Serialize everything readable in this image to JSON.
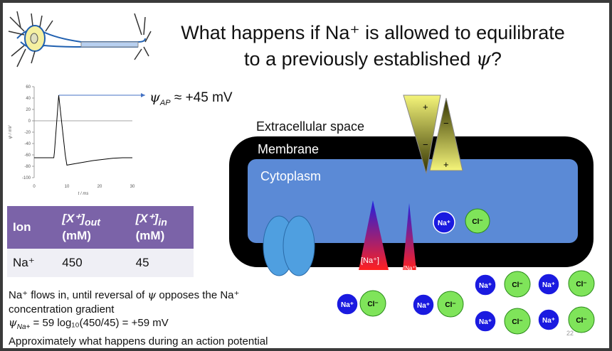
{
  "slide": {
    "title_line1": "What happens if Na⁺ is allowed to equilibrate",
    "title_line2_prefix": "to a previously established ",
    "title_line2_symbol": "ψ",
    "title_line2_suffix": "?",
    "slide_number": "22"
  },
  "annotation": {
    "symbol": "ψ",
    "subscript": "AP",
    "text": " ≈ +45 mV"
  },
  "chart_data": {
    "type": "line",
    "xlabel": "t / ms",
    "ylabel": "ψ / mV",
    "xlim": [
      0,
      30
    ],
    "ylim": [
      -100,
      60
    ],
    "xticks": [
      "0",
      "10",
      "20",
      "30"
    ],
    "yticks": [
      "60",
      "40",
      "20",
      "0",
      "-20",
      "-40",
      "-60",
      "-80",
      "-100"
    ],
    "ytick_values": [
      60,
      40,
      20,
      0,
      -20,
      -40,
      -60,
      -80,
      -100
    ],
    "xtick_values": [
      0,
      10,
      20,
      30
    ],
    "series": [
      {
        "x": [
          0,
          6,
          6.2,
          7.5,
          9.5,
          10,
          12,
          15,
          18,
          21,
          24,
          27,
          30
        ],
        "y": [
          -65,
          -65,
          -55,
          45,
          -60,
          -78,
          -76,
          -73,
          -70,
          -68,
          -66,
          -65,
          -65
        ]
      }
    ],
    "peak_arrow_y": 45,
    "grid": false
  },
  "diagram": {
    "extracellular_label": "Extracellular space",
    "membrane_label": "Membrane",
    "cytoplasm_label": "Cytoplasm",
    "plus": "+",
    "minus": "−",
    "na_in_label": "[Na⁺]",
    "na_out_label": "[Na⁺]",
    "na_ion": "Na⁺",
    "cl_ion": "Cl⁻"
  },
  "table": {
    "headers": [
      "Ion",
      "[X⁺]out (mM)",
      "[X⁺]in (mM)"
    ],
    "h_ion": "Ion",
    "h_out_main": "[X⁺]",
    "h_out_sub": "out",
    "h_out_unit": "(mM)",
    "h_in_main": "[X⁺]",
    "h_in_sub": "in",
    "h_in_unit": "(mM)",
    "rows": [
      {
        "ion": "Na⁺",
        "out": "450",
        "in": "45"
      }
    ]
  },
  "body_text": {
    "line1_a": "Na⁺ flows in, until reversal of ",
    "line1_sym": "ψ",
    "line1_b": " opposes the Na⁺",
    "line2": "concentration gradient",
    "line3_sym": "ψ",
    "line3_sub": "Na+",
    "line3_b": " = 59 log₁₀(450/45) = +59 mV",
    "line4": "Approximately what happens during an action potential"
  },
  "colors": {
    "membrane": "#000000",
    "cytoplasm": "#5b8ad6",
    "na_fill": "#1a1ae0",
    "cl_fill": "#7fe45a",
    "channel": "#4f9fe0",
    "table_header": "#7b63a8",
    "triangle_yellow": "#f2f25a"
  }
}
